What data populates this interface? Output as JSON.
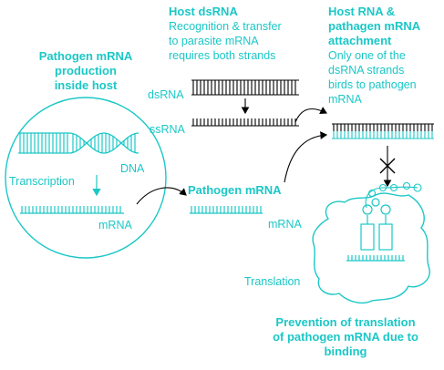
{
  "labels": {
    "host_dsrna_title": "Host dsRNA",
    "host_dsrna_desc_1": "Recognition & transfer",
    "host_dsrna_desc_2": "to parasite mRNA",
    "host_dsrna_desc_3": "requires both strands",
    "attach_title_1": "Host RNA &",
    "attach_title_2": "pathagen mRNA",
    "attach_title_3": "attachment",
    "attach_desc_1": "Only one of the",
    "attach_desc_2": "dsRNA strands",
    "attach_desc_3": "birds to pathogen",
    "attach_desc_4": "mRNA",
    "production_1": "Pathogen mRNA",
    "production_2": "production",
    "production_3": "inside host",
    "dsrna": "dsRNA",
    "ssrna": "ssRNA",
    "dna": "DNA",
    "transcription": "Transcription",
    "mrna_cell": "mRNA",
    "pathogen_mrna": "Pathogen mRNA",
    "mrna_middle": "mRNA",
    "translation": "Translation",
    "prevention_1": "Prevention of translation",
    "prevention_2": "of pathogen mRNA due to",
    "prevention_3": "binding"
  },
  "colors": {
    "accent": "#1cc7c7",
    "ink": "#000000",
    "background": "#ffffff"
  }
}
